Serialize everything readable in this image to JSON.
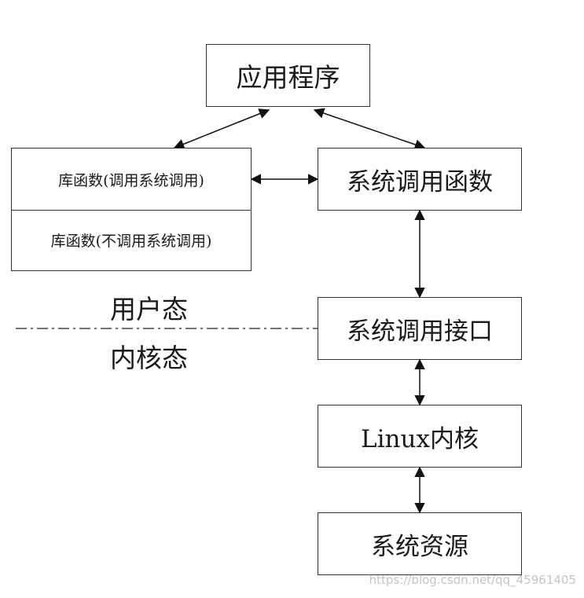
{
  "nodes": {
    "app": "应用程序",
    "lib_syscall": "库函数(调用系统调用)",
    "lib_no_syscall": "库函数(不调用系统调用)",
    "syscall_func": "系统调用函数",
    "syscall_iface": "系统调用接口",
    "kernel": "Linux内核",
    "resources": "系统资源"
  },
  "zones": {
    "user": "用户态",
    "kernel": "内核态"
  },
  "watermark": "https://blog.csdn.net/qq_45961405"
}
